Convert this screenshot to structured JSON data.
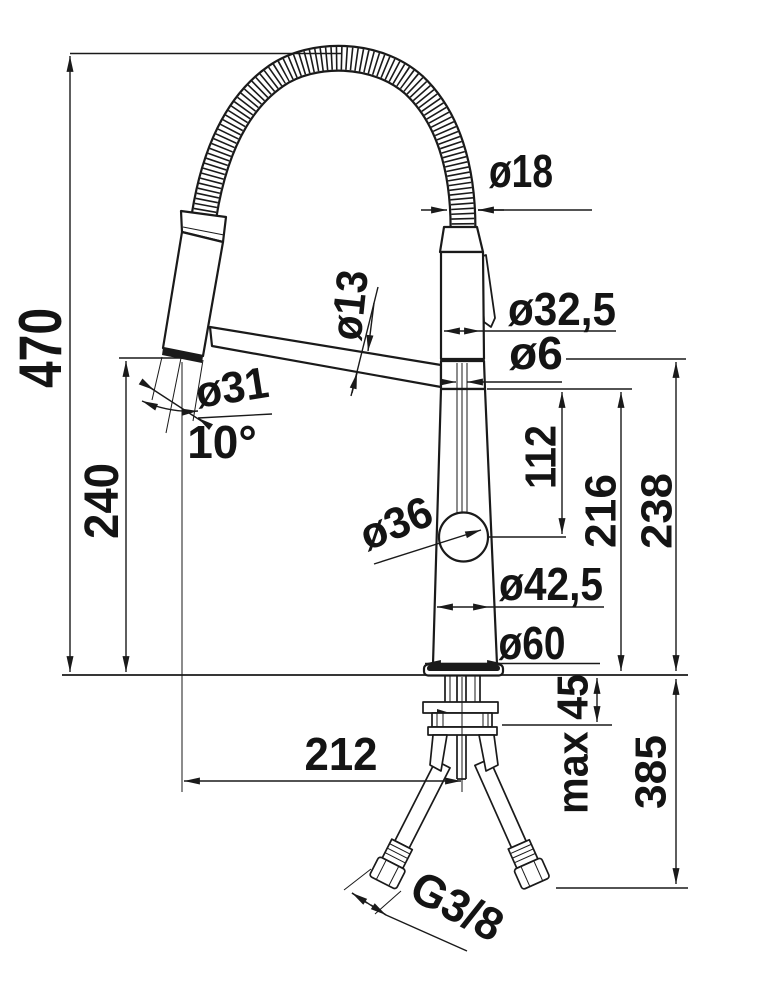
{
  "title": "Kitchen faucet with flexible spring spout — dimensional drawing",
  "colors": {
    "background": "#ffffff",
    "line": "#1a1a1a"
  },
  "dims": {
    "overall_height": "470",
    "spray_outlet_height": "240",
    "hose_dia": "ø18",
    "body_top_dia": "ø32,5",
    "inner_hose_dia": "ø6",
    "spray_dia": "ø31",
    "spray_angle": "10°",
    "spout_pipe_dia": "ø13",
    "ball_dia": "ø36",
    "upper_section_height": "112",
    "body_height": "216",
    "joint_height": "238",
    "body_bottom_dia": "ø42,5",
    "base_dia": "ø60",
    "spout_reach": "212",
    "deck_thickness_max": "max 45",
    "hose_drop_length": "385",
    "supply_thread": "G3/8"
  }
}
